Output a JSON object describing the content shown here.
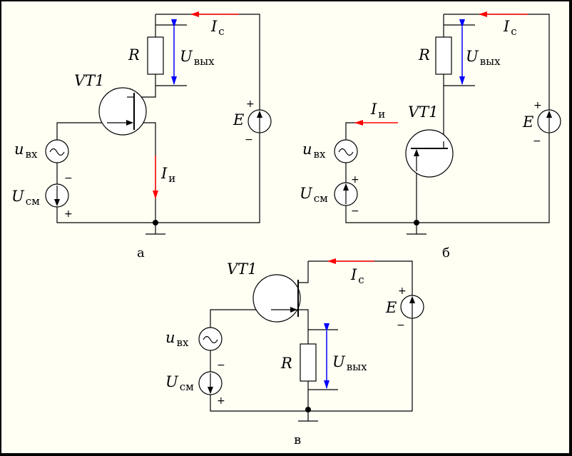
{
  "circuits": [
    {
      "caption": "а",
      "transistor": "VT1",
      "resistor": "R",
      "source_e": "E",
      "e_plus": "+",
      "e_minus": "−",
      "current_c": {
        "main": "I",
        "sub": "с"
      },
      "current_i": {
        "main": "I",
        "sub": "и"
      },
      "u_out": {
        "main": "U",
        "sub": "вых"
      },
      "u_in": {
        "main": "u",
        "sub": "вх"
      },
      "u_bias": {
        "main": "U",
        "sub": "см"
      },
      "bias_top": "−",
      "bias_bottom": "+"
    },
    {
      "caption": "б",
      "transistor": "VT1",
      "resistor": "R",
      "source_e": "E",
      "e_plus": "+",
      "e_minus": "−",
      "current_c": {
        "main": "I",
        "sub": "с"
      },
      "current_i": {
        "main": "I",
        "sub": "и"
      },
      "u_out": {
        "main": "U",
        "sub": "вых"
      },
      "u_in": {
        "main": "u",
        "sub": "вх"
      },
      "u_bias": {
        "main": "U",
        "sub": "см"
      },
      "bias_top": "+",
      "bias_bottom": "−"
    },
    {
      "caption": "в",
      "transistor": "VT1",
      "resistor": "R",
      "source_e": "E",
      "e_plus": "+",
      "e_minus": "−",
      "current_c": {
        "main": "I",
        "sub": "с"
      },
      "u_out": {
        "main": "U",
        "sub": "вых"
      },
      "u_in": {
        "main": "u",
        "sub": "вх"
      },
      "u_bias": {
        "main": "U",
        "sub": "см"
      },
      "bias_top": "−",
      "bias_bottom": "+"
    }
  ],
  "colors": {
    "current_arrow": "#ff0000",
    "voltage_arrow": "#0000ff",
    "wire": "#000000",
    "background": "#fffff4"
  }
}
